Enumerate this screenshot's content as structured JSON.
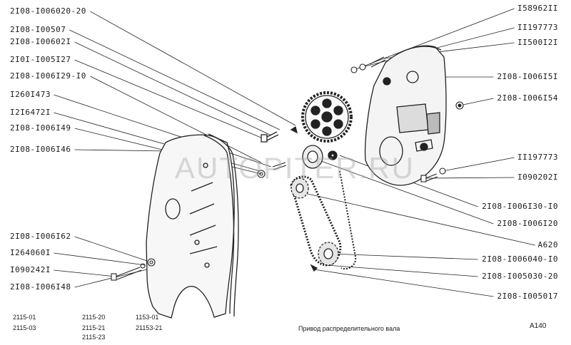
{
  "title": "Привод распределительного вала",
  "sheet": "A140",
  "watermark": "AUTOPITER.RU",
  "left_labels": [
    "2I08-I006020-20",
    "2I08-I00507",
    "2I08-I00602I",
    "2I0I-I005I27",
    "2I08-I006I29-I0",
    "I260I473",
    "I2I6472I",
    "2I08-I006I49",
    "2I08-I006I46",
    "2I08-I006I62",
    "I264060I",
    "I090242I",
    "2I08-I006I48"
  ],
  "right_labels": [
    "I58962II",
    "II197773",
    "II500I2I",
    "2I08-I006I5I",
    "2I08-I006I54",
    "II197773",
    "I090202I",
    "2I08-I006I30-I0",
    "2I08-I006I20",
    "A620",
    "2I08-I006040-I0",
    "2I08-I005030-20",
    "2I08-I005017"
  ],
  "models": {
    "col1": [
      "2115-01",
      "2115-03"
    ],
    "col2": [
      "2115-20",
      "2115-21",
      "2115-23"
    ],
    "col3": [
      "1153-01",
      "21153-21"
    ]
  }
}
